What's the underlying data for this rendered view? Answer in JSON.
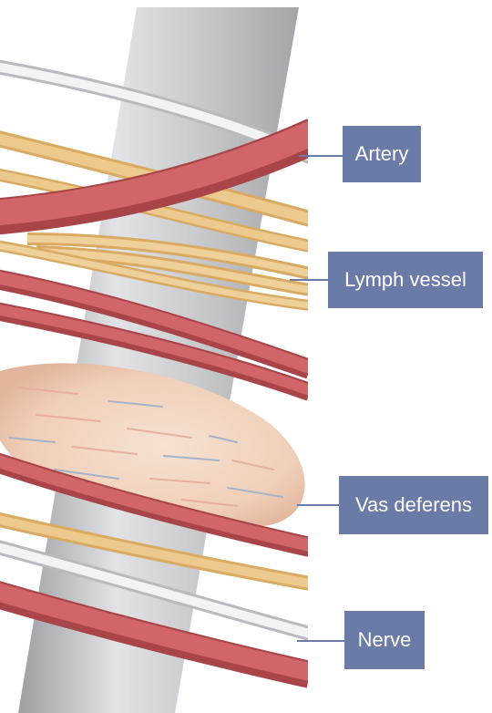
{
  "labels": {
    "artery": "Artery",
    "lymph_vessel": "Lymph vessel",
    "vas_deferens": "Vas deferens",
    "nerve": "Nerve"
  },
  "colors": {
    "label_box": "#6a7ba8",
    "artery": "#c9585c",
    "lymph": "#e8c07e",
    "nerve": "#d8d8dc",
    "vas_deferens": "#f2d5c0",
    "cord_core": "#b8b9bd"
  }
}
